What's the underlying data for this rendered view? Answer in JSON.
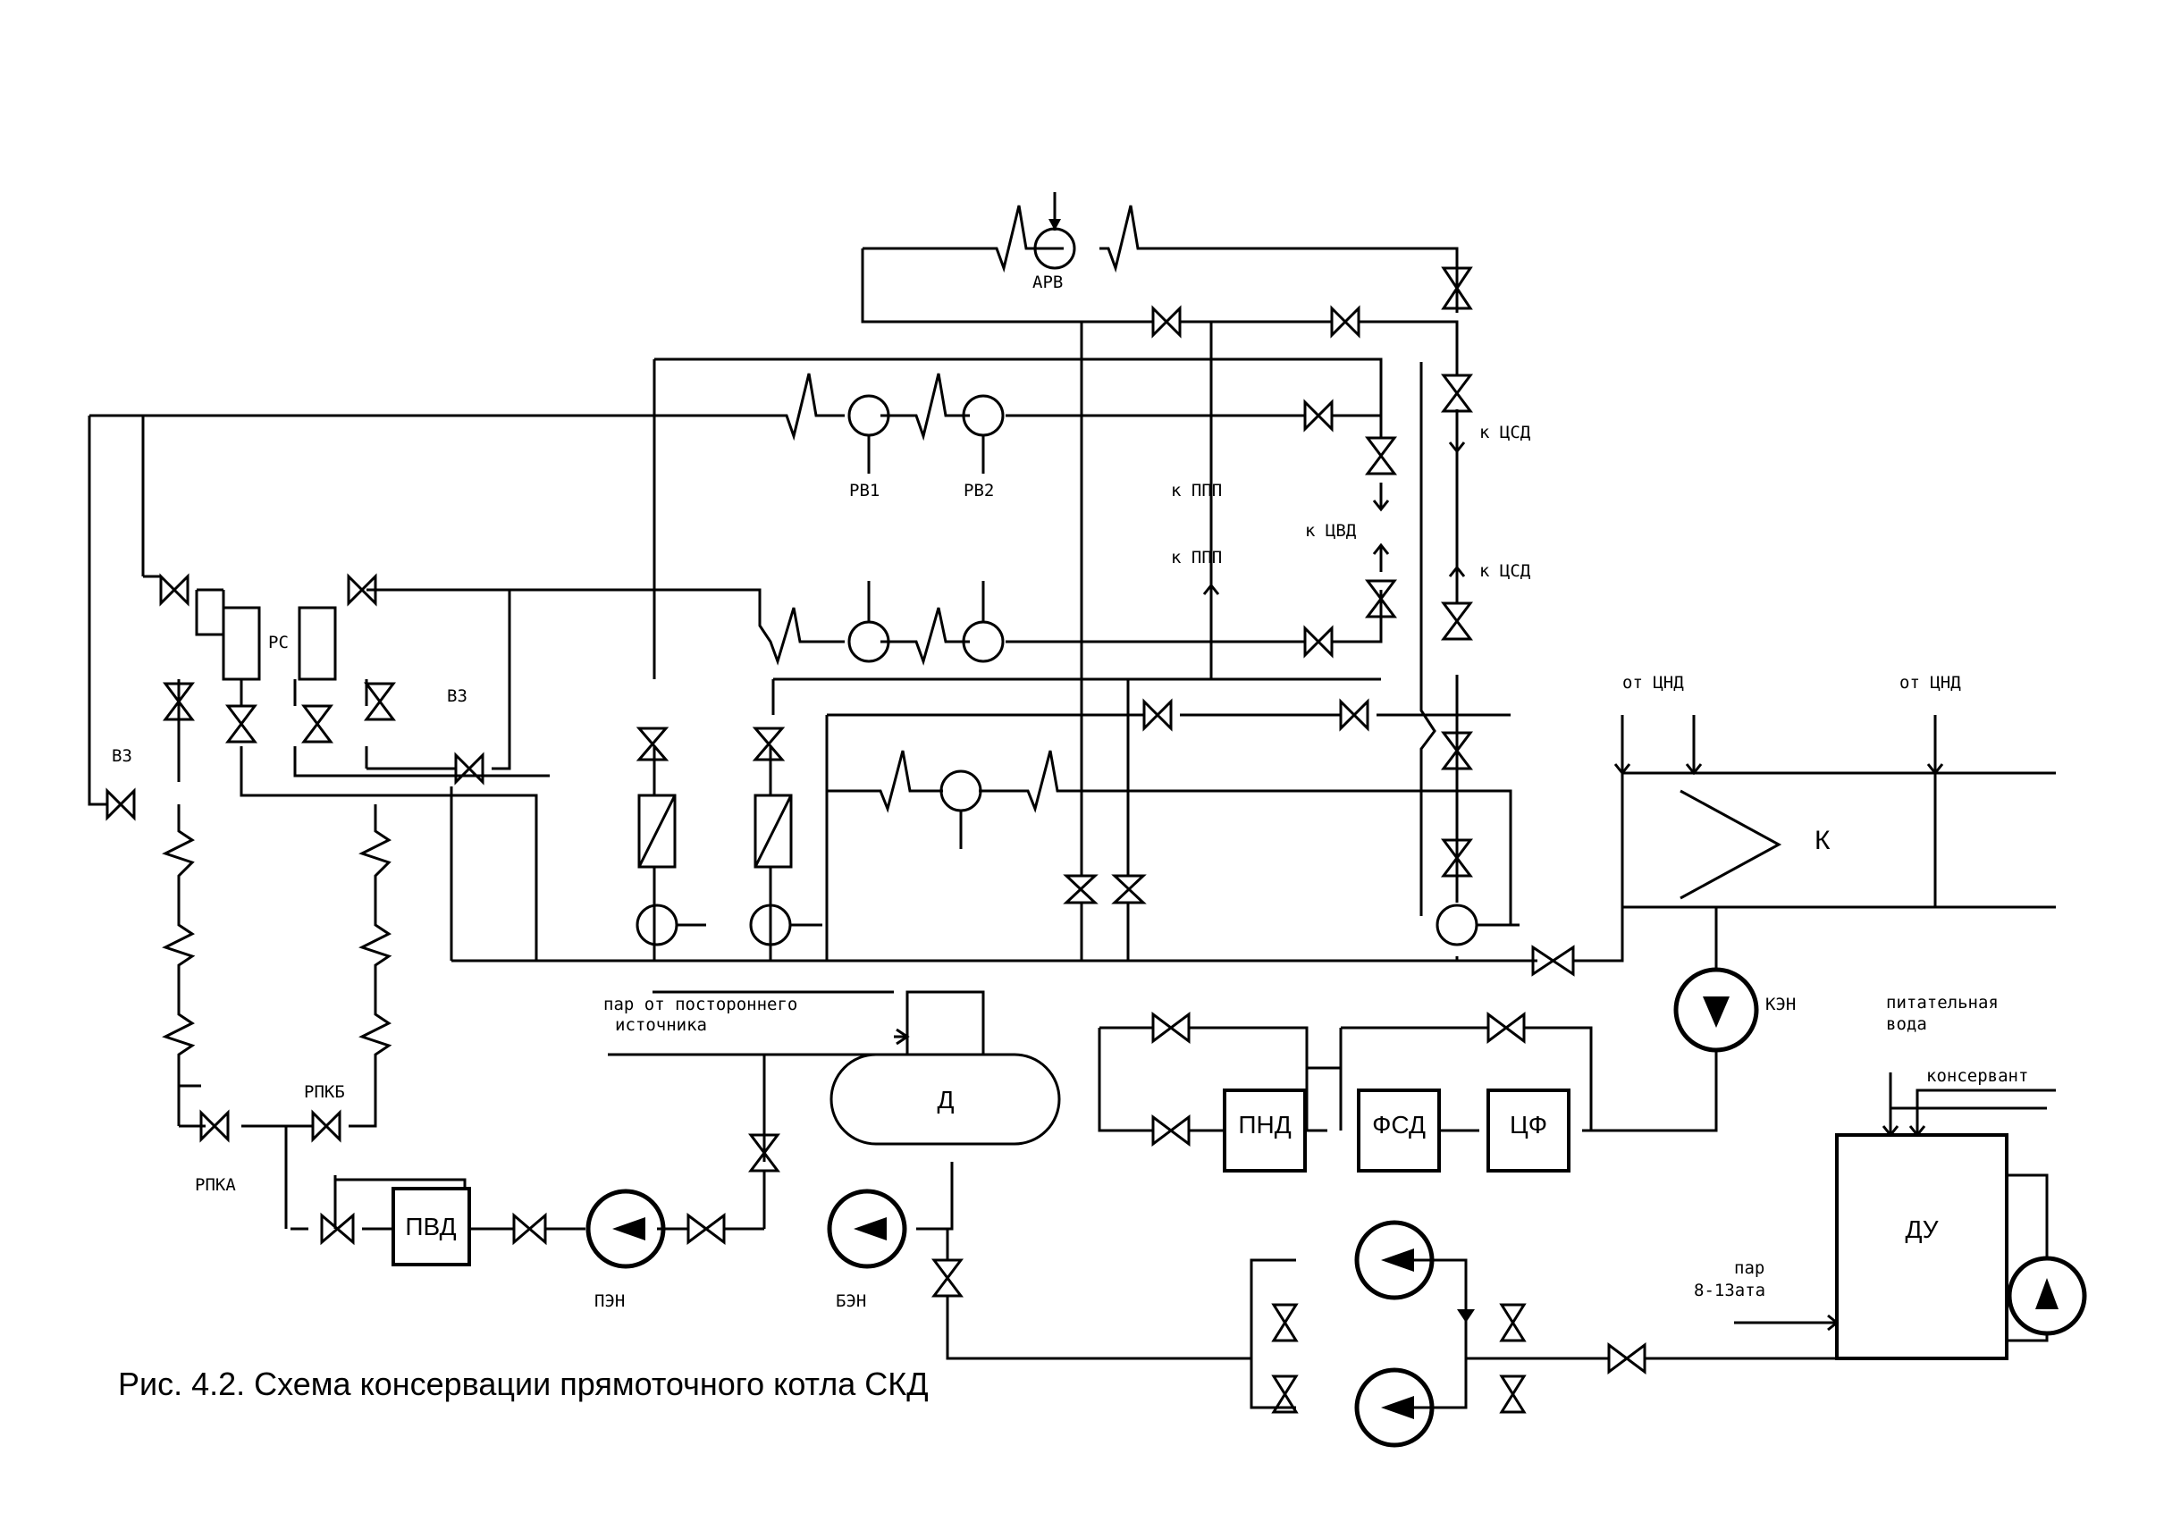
{
  "caption": "Рис. 4.2. Схема консервации прямоточного котла СКД",
  "labels": {
    "arv": "АРВ",
    "rv1": "РВ1",
    "rv2": "РВ2",
    "k_ppp_1": "к ППП",
    "k_ppp_2": "к ППП",
    "k_tsvd": "к ЦВД",
    "k_tssd_1": "к ЦСД",
    "k_tssd_2": "к ЦСД",
    "rs": "РС",
    "vz_1": "ВЗ",
    "vz_2": "ВЗ",
    "ot_tsnd_1": "от ЦНД",
    "ot_tsnd_2": "от ЦНД",
    "k": "К",
    "ken": "КЭН",
    "par_line1": "пар от постороннего",
    "par_line2": "источника",
    "d": "Д",
    "pnd": "ПНД",
    "fsd": "ФСД",
    "tsf": "ЦФ",
    "pvd": "ПВД",
    "pen": "ПЭН",
    "ben": "БЭН",
    "rpka": "РПКА",
    "rpkb": "РПКБ",
    "feed_line1": "питательная",
    "feed_line2": "вода",
    "konservant": "консервант",
    "du": "ДУ",
    "steam_line1": "пар",
    "steam_line2": "8-13ата"
  }
}
